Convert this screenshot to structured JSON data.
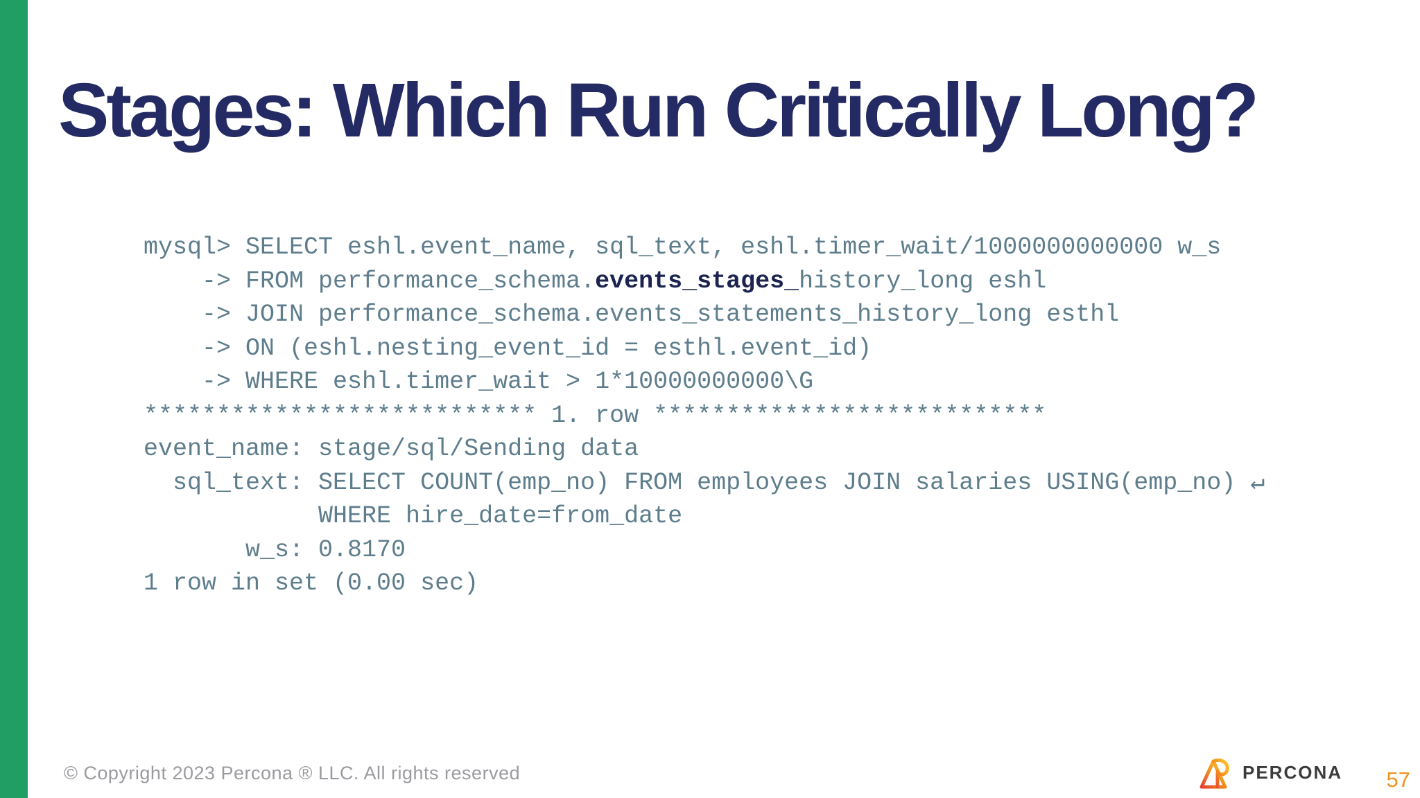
{
  "slide": {
    "title": "Stages: Which Run Critically Long?",
    "page_number": "57",
    "footer_copyright": "© Copyright 2023 Percona ® LLC. All rights reserved",
    "brand_name": "PERCONA"
  },
  "code": {
    "lines": [
      {
        "segments": [
          {
            "text": "mysql> SELECT eshl.event_name, sql_text, eshl.timer_wait/1000000000000 w_s",
            "bold": false
          }
        ]
      },
      {
        "segments": [
          {
            "text": "    -> FROM performance_schema.",
            "bold": false
          },
          {
            "text": "events_stages_",
            "bold": true
          },
          {
            "text": "history_long eshl",
            "bold": false
          }
        ]
      },
      {
        "segments": [
          {
            "text": "    -> JOIN performance_schema.events_statements_history_long esthl",
            "bold": false
          }
        ]
      },
      {
        "segments": [
          {
            "text": "    -> ON (eshl.nesting_event_id = esthl.event_id)",
            "bold": false
          }
        ]
      },
      {
        "segments": [
          {
            "text": "    -> WHERE eshl.timer_wait > 1*10000000000\\G",
            "bold": false
          }
        ]
      },
      {
        "segments": [
          {
            "text": "*************************** 1. row ***************************",
            "bold": false
          }
        ]
      },
      {
        "segments": [
          {
            "text": "event_name: stage/sql/Sending data",
            "bold": false
          }
        ]
      },
      {
        "segments": [
          {
            "text": "  sql_text: SELECT COUNT(emp_no) FROM employees JOIN salaries USING(emp_no) ↵",
            "bold": false
          }
        ]
      },
      {
        "segments": [
          {
            "text": "            WHERE hire_date=from_date",
            "bold": false
          }
        ]
      },
      {
        "segments": [
          {
            "text": "       w_s: 0.8170",
            "bold": false
          }
        ]
      },
      {
        "segments": [
          {
            "text": "1 row in set (0.00 sec)",
            "bold": false
          }
        ]
      }
    ]
  },
  "colors": {
    "accent_green": "#219e63",
    "title_navy": "#242a64",
    "code_slate": "#5e7d8c",
    "code_highlight_navy": "#1b2350",
    "footer_gray": "#9a9aa0",
    "page_number_orange": "#f1921e",
    "wordmark_charcoal": "#3b3b3d",
    "logo_gradient_top": "#fbc02d",
    "logo_gradient_bottom": "#e6432f"
  }
}
